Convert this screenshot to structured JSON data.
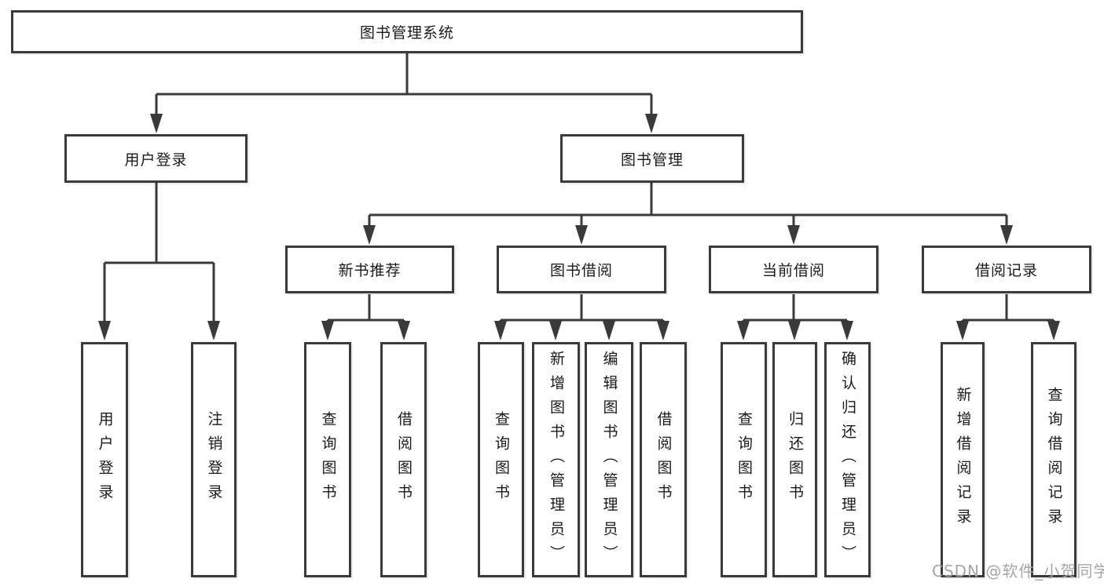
{
  "diagram": {
    "root": {
      "label": "图书管理系统"
    },
    "level2": [
      {
        "id": "user-login",
        "parent": "root",
        "label": "用户登录"
      },
      {
        "id": "book-management",
        "parent": "root",
        "label": "图书管理"
      }
    ],
    "level3": [
      {
        "id": "new-book-recommendation",
        "parent": "book-management",
        "label": "新书推荐"
      },
      {
        "id": "book-borrowing",
        "parent": "book-management",
        "label": "图书借阅"
      },
      {
        "id": "current-borrowing",
        "parent": "book-management",
        "label": "当前借阅"
      },
      {
        "id": "borrowing-records",
        "parent": "book-management",
        "label": "借阅记录"
      }
    ],
    "leaves": [
      {
        "parent": "user-login",
        "label": "用户登录"
      },
      {
        "parent": "user-login",
        "label": "注销登录"
      },
      {
        "parent": "new-book-recommendation",
        "label": "查询图书"
      },
      {
        "parent": "new-book-recommendation",
        "label": "借阅图书"
      },
      {
        "parent": "book-borrowing",
        "label": "查询图书"
      },
      {
        "parent": "book-borrowing",
        "label": "新增图书（管理员）"
      },
      {
        "parent": "book-borrowing",
        "label": "编辑图书（管理员）"
      },
      {
        "parent": "book-borrowing",
        "label": "借阅图书"
      },
      {
        "parent": "current-borrowing",
        "label": "查询图书"
      },
      {
        "parent": "current-borrowing",
        "label": "归还图书"
      },
      {
        "parent": "current-borrowing",
        "label": "确认归还（管理员）"
      },
      {
        "parent": "borrowing-records",
        "label": "新增借阅记录"
      },
      {
        "parent": "borrowing-records",
        "label": "查询借阅记录"
      }
    ]
  },
  "watermark": {
    "text": "CSDN @软件_小贺同学",
    "color": "#a6a6a6"
  },
  "colors": {
    "line": "#3a3a3a",
    "box_border": "#3a3a3a",
    "box_fill": "#ffffff",
    "text": "#1a1a1a",
    "background": "#ffffff"
  }
}
